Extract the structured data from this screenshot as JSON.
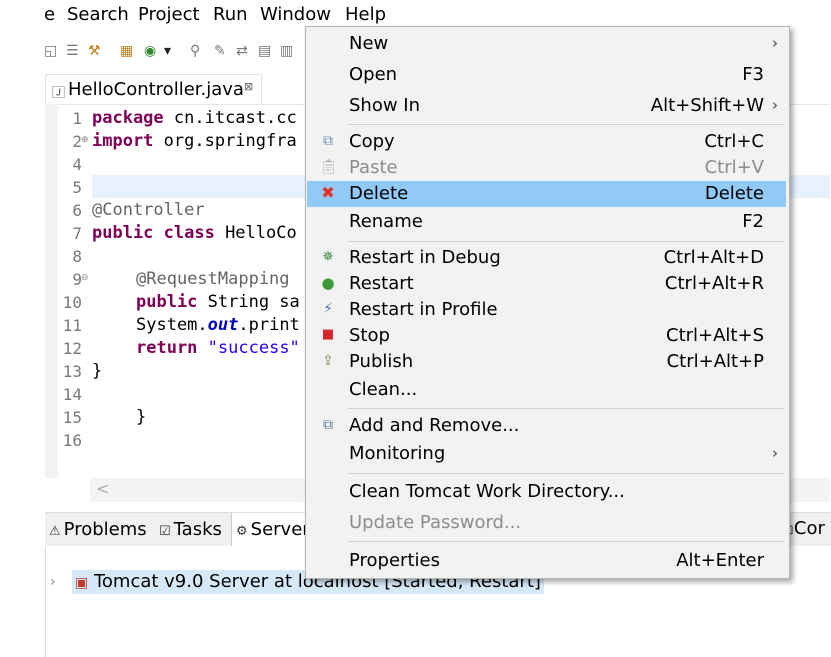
{
  "menubar": {
    "items": [
      "e",
      "Search",
      "Project",
      "Run",
      "Window",
      "Help"
    ]
  },
  "editor": {
    "tab_label": "HelloController.java",
    "tab_close": "⊠",
    "line_numbers": [
      "1",
      "2",
      "4",
      "5",
      "6",
      "7",
      "8",
      "9",
      "10",
      "11",
      "12",
      "13",
      "14",
      "15",
      "16"
    ],
    "lines": {
      "l1_kw": "package",
      "l1_rest": " cn.itcast.cc",
      "l2_kw": "import",
      "l2_rest": " org.springfra",
      "l6": "@Controller",
      "l7_kw": "public class",
      "l7_rest": " HelloCo",
      "l9": "@RequestMapping",
      "l10_kw": "public",
      "l10_rest": " String sa",
      "l11_a": "System.",
      "l11_b": "out",
      "l11_c": ".print",
      "l12_kw": "return",
      "l12_str": "\"success\"",
      "l13": "}",
      "l15": "}"
    },
    "scroll_left": "<"
  },
  "bottom_panel": {
    "tabs": {
      "problems": "Problems",
      "tasks": "Tasks",
      "servers": "Server"
    },
    "right_tab": "Cor",
    "server_row": "Tomcat v9.0 Server at localhost  [Started, Restart]"
  },
  "context_menu": {
    "new": {
      "label": "New"
    },
    "open": {
      "label": "Open",
      "shortcut": "F3"
    },
    "show_in": {
      "label": "Show In",
      "shortcut": "Alt+Shift+W"
    },
    "copy": {
      "label": "Copy",
      "shortcut": "Ctrl+C"
    },
    "paste": {
      "label": "Paste",
      "shortcut": "Ctrl+V"
    },
    "delete": {
      "label": "Delete",
      "shortcut": "Delete"
    },
    "rename": {
      "label": "Rename",
      "shortcut": "F2"
    },
    "restart_debug": {
      "label": "Restart in Debug",
      "shortcut": "Ctrl+Alt+D"
    },
    "restart": {
      "label": "Restart",
      "shortcut": "Ctrl+Alt+R"
    },
    "restart_profile": {
      "label": "Restart in Profile"
    },
    "stop": {
      "label": "Stop",
      "shortcut": "Ctrl+Alt+S"
    },
    "publish": {
      "label": "Publish",
      "shortcut": "Ctrl+Alt+P"
    },
    "clean": {
      "label": "Clean..."
    },
    "add_remove": {
      "label": "Add and Remove..."
    },
    "monitoring": {
      "label": "Monitoring"
    },
    "clean_tomcat": {
      "label": "Clean Tomcat Work Directory..."
    },
    "update_password": {
      "label": "Update Password..."
    },
    "properties": {
      "label": "Properties",
      "shortcut": "Alt+Enter"
    }
  },
  "colors": {
    "highlight": "#91c9f7",
    "keyword": "#7f0055",
    "string": "#2a00ff",
    "delete_icon": "#e0302a",
    "stop_icon": "#d8262c",
    "restart_icon": "#3c9a3c"
  }
}
